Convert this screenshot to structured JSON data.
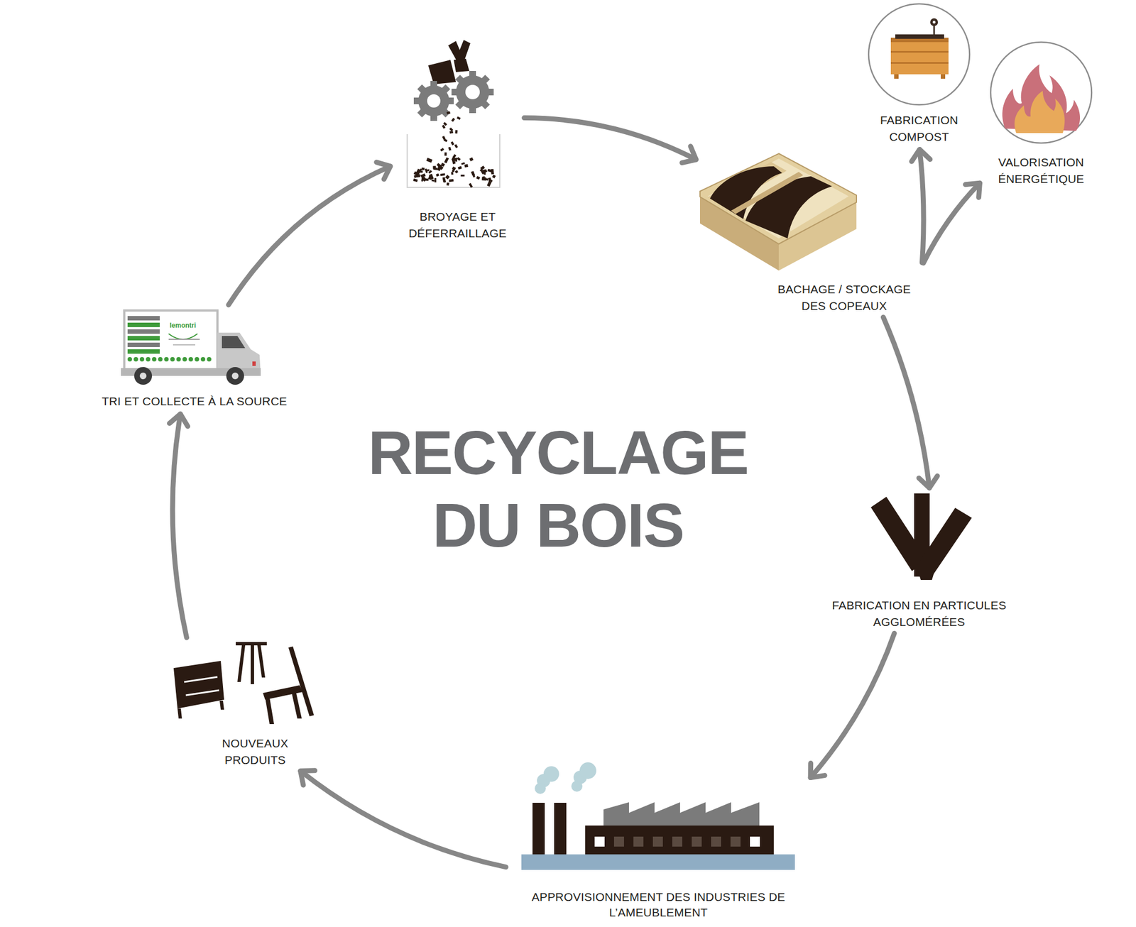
{
  "diagram": {
    "title": "RECYCLAGE DU BOIS",
    "nodes": [
      {
        "text": [
          "BROYAGE ET DÉFERRAILLAGE"
        ]
      },
      {
        "text": [
          "BACHAGE / STOCKAGE DES COPEAUX"
        ]
      },
      {
        "text": [
          "FABRICATION COMPOST"
        ]
      },
      {
        "text": [
          "VALORISATION ÉNERGÉTIQUE"
        ]
      },
      {
        "text": [
          "FABRICATION EN PARTICULES AGGLOMÉRÉES"
        ]
      },
      {
        "text": [
          "APPROVISIONNEMENT DES INDUSTRIES DE L’AMEUBLEMENT"
        ]
      },
      {
        "text": [
          "NOUVEAUX PRODUITS"
        ]
      },
      {
        "text": [
          "TRI ET COLLECTE À LA SOURCE"
        ]
      }
    ],
    "edges": [
      {
        "from": 7,
        "to": 0,
        "arrow": "to"
      },
      {
        "from": 0,
        "to": 1,
        "arrow": "to"
      },
      {
        "from": 1,
        "to": 2,
        "arrow": "to"
      },
      {
        "from": 1,
        "to": 3,
        "arrow": "to"
      },
      {
        "from": 1,
        "to": 4,
        "arrow": "to"
      },
      {
        "from": 4,
        "to": 5,
        "arrow": "to"
      },
      {
        "from": 5,
        "to": 6,
        "arrow": "to"
      },
      {
        "from": 6,
        "to": 7,
        "arrow": "to"
      }
    ],
    "labels": [
      "lemontri"
    ]
  }
}
